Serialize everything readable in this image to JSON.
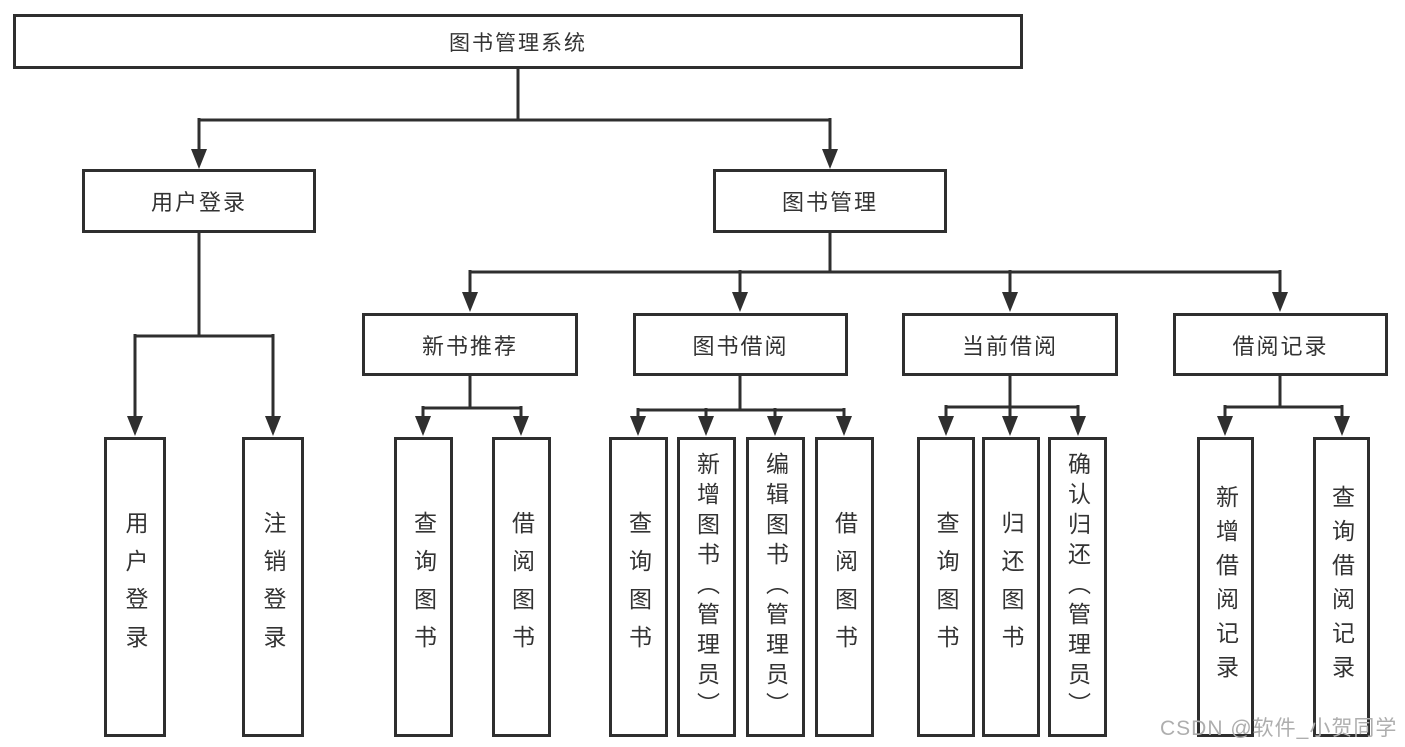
{
  "diagram": {
    "title": "图书管理系统",
    "type": "hierarchy",
    "colors": {
      "line": "#2f2f2f",
      "box_border": "#2f2f2f",
      "box_background": "#ffffff",
      "text": "#333333",
      "watermark_text": "#aeaeae"
    },
    "nodes": {
      "root": "图书管理系统",
      "children": [
        {
          "label": "用户登录",
          "children": [
            "用户登录",
            "注销登录"
          ]
        },
        {
          "label": "图书管理",
          "children": [
            {
              "label": "新书推荐",
              "children": [
                "查询图书",
                "借阅图书"
              ]
            },
            {
              "label": "图书借阅",
              "children": [
                "查询图书",
                "新增图书（管理员）",
                "编辑图书（管理员）",
                "借阅图书"
              ]
            },
            {
              "label": "当前借阅",
              "children": [
                "查询图书",
                "归还图书",
                "确认归还（管理员）"
              ]
            },
            {
              "label": "借阅记录",
              "children": [
                "新增借阅记录",
                "查询借阅记录"
              ]
            }
          ]
        }
      ]
    },
    "watermark": "CSDN @软件_小贺同学"
  }
}
